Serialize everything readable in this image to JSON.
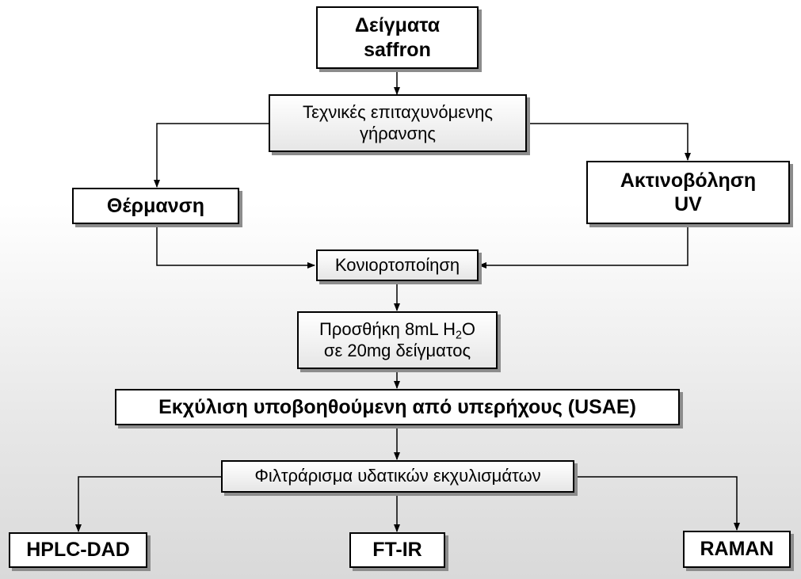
{
  "diagram": {
    "samples": {
      "line1": "Δείγματα",
      "line2": "saffron"
    },
    "aging": {
      "line1": "Τεχνικές επιταχυνόμενης",
      "line2": "γήρανσης"
    },
    "heating": "Θέρμανση",
    "uv": {
      "line1": "Ακτινοβόληση",
      "line2": "UV"
    },
    "pulverization": "Κονιορτοποίηση",
    "addition": {
      "line1_pre": "Προσθήκη 8mL H",
      "line1_sub": "2",
      "line1_post": "O",
      "line2": "σε 20mg δείγματος"
    },
    "extraction": "Εκχύλιση υποβοηθούμενη από υπερήχους (USAE)",
    "filtration": "Φιλτράρισμα υδατικών εκχυλισμάτων",
    "hplc": "HPLC-DAD",
    "ftir": "FT-IR",
    "raman": "RAMAN"
  }
}
